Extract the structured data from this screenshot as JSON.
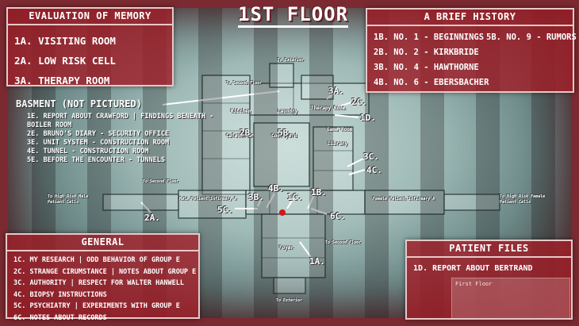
{
  "floor_title": "1ST FLOOR",
  "evaluation": {
    "title": "EVALUATION OF MEMORY",
    "items": [
      "1A. VISITING ROOM",
      "2A. LOW RISK CELL",
      "3A. THERAPY ROOM"
    ]
  },
  "history": {
    "title": "A BRIEF HISTORY",
    "items": [
      "1B. NO. 1 - BEGINNINGS",
      "5B. NO. 9 - RUMORS",
      "2B. NO. 2 - KIRKBRIDE",
      "3B. NO. 4 - HAWTHORNE",
      "4B. NO. 6 - EBERSBACHER"
    ]
  },
  "basement": {
    "title": "BASMENT (NOT PICTURED)",
    "items": [
      "1E. REPORT ABOUT CRAWFORD | FINDINGS BENEATH -",
      "BOILER ROOM",
      "2E. BRUNO'S DIARY - SECURITY OFFICE",
      "3E. UNIT SYSTEM - CONSTRUCTION ROOM",
      "4E. TUNNEL - CONSTRUCTION ROOM",
      "5E. BEFORE THE ENCOUNTER - TUNNELS"
    ]
  },
  "general": {
    "title": "GENERAL",
    "items": [
      "1C. MY RESEARCH | ODD BEHAVIOR OF GROUP E",
      "2C. STRANGE CIRUMSTANCE | NOTES ABOUT GROUP E",
      "3C. AUTHORITY | RESPECT FOR WALTER HANWELL",
      "4C. BIOPSY INSTRUCTIONS",
      "5C. PSYCHIATRY | EXPERIMENTS WITH GROUP E",
      "6C. NOTES ABOUT RECORDS"
    ]
  },
  "patient_files": {
    "title": "PATIENT FILES",
    "items": [
      "1D. REPORT ABOUT BERTRAND"
    ]
  },
  "map_labels": {
    "l3a": "3A.",
    "l2c": "2C.",
    "l1d": "1D.",
    "l2b": "2B.",
    "l5b": "5B.",
    "l3c": "3C.",
    "l4c": "4C.",
    "l4b": "4B.",
    "l3b": "3B.",
    "l1c": "1C.",
    "l1b": "1B.",
    "l5c": "5C.",
    "l6c": "6C.",
    "l2a": "2A.",
    "l1a": "1A."
  },
  "map_rooms": {
    "kitchen": "Kitchen",
    "laundry": "Laundry",
    "cafeteria": "Cafeteria",
    "courtyard": "Courtyard",
    "library": "Library",
    "game_room": "Game Room",
    "therapy": "Therapy Room",
    "foyer": "Foyer",
    "male_infirmary": "Male Patient Infirmary A",
    "female_infirmary": "Female Patient Infirmary A",
    "exterior": "To Exterior",
    "second_floor": "To Second Floor",
    "high_risk_male": "To High Risk Male Patient Cells",
    "high_risk_female": "To High Risk Female Patient Cells"
  },
  "first_floor_doc": {
    "title": "First Floor"
  },
  "colors": {
    "panel": "#a01e28",
    "marker": "#d01818"
  }
}
